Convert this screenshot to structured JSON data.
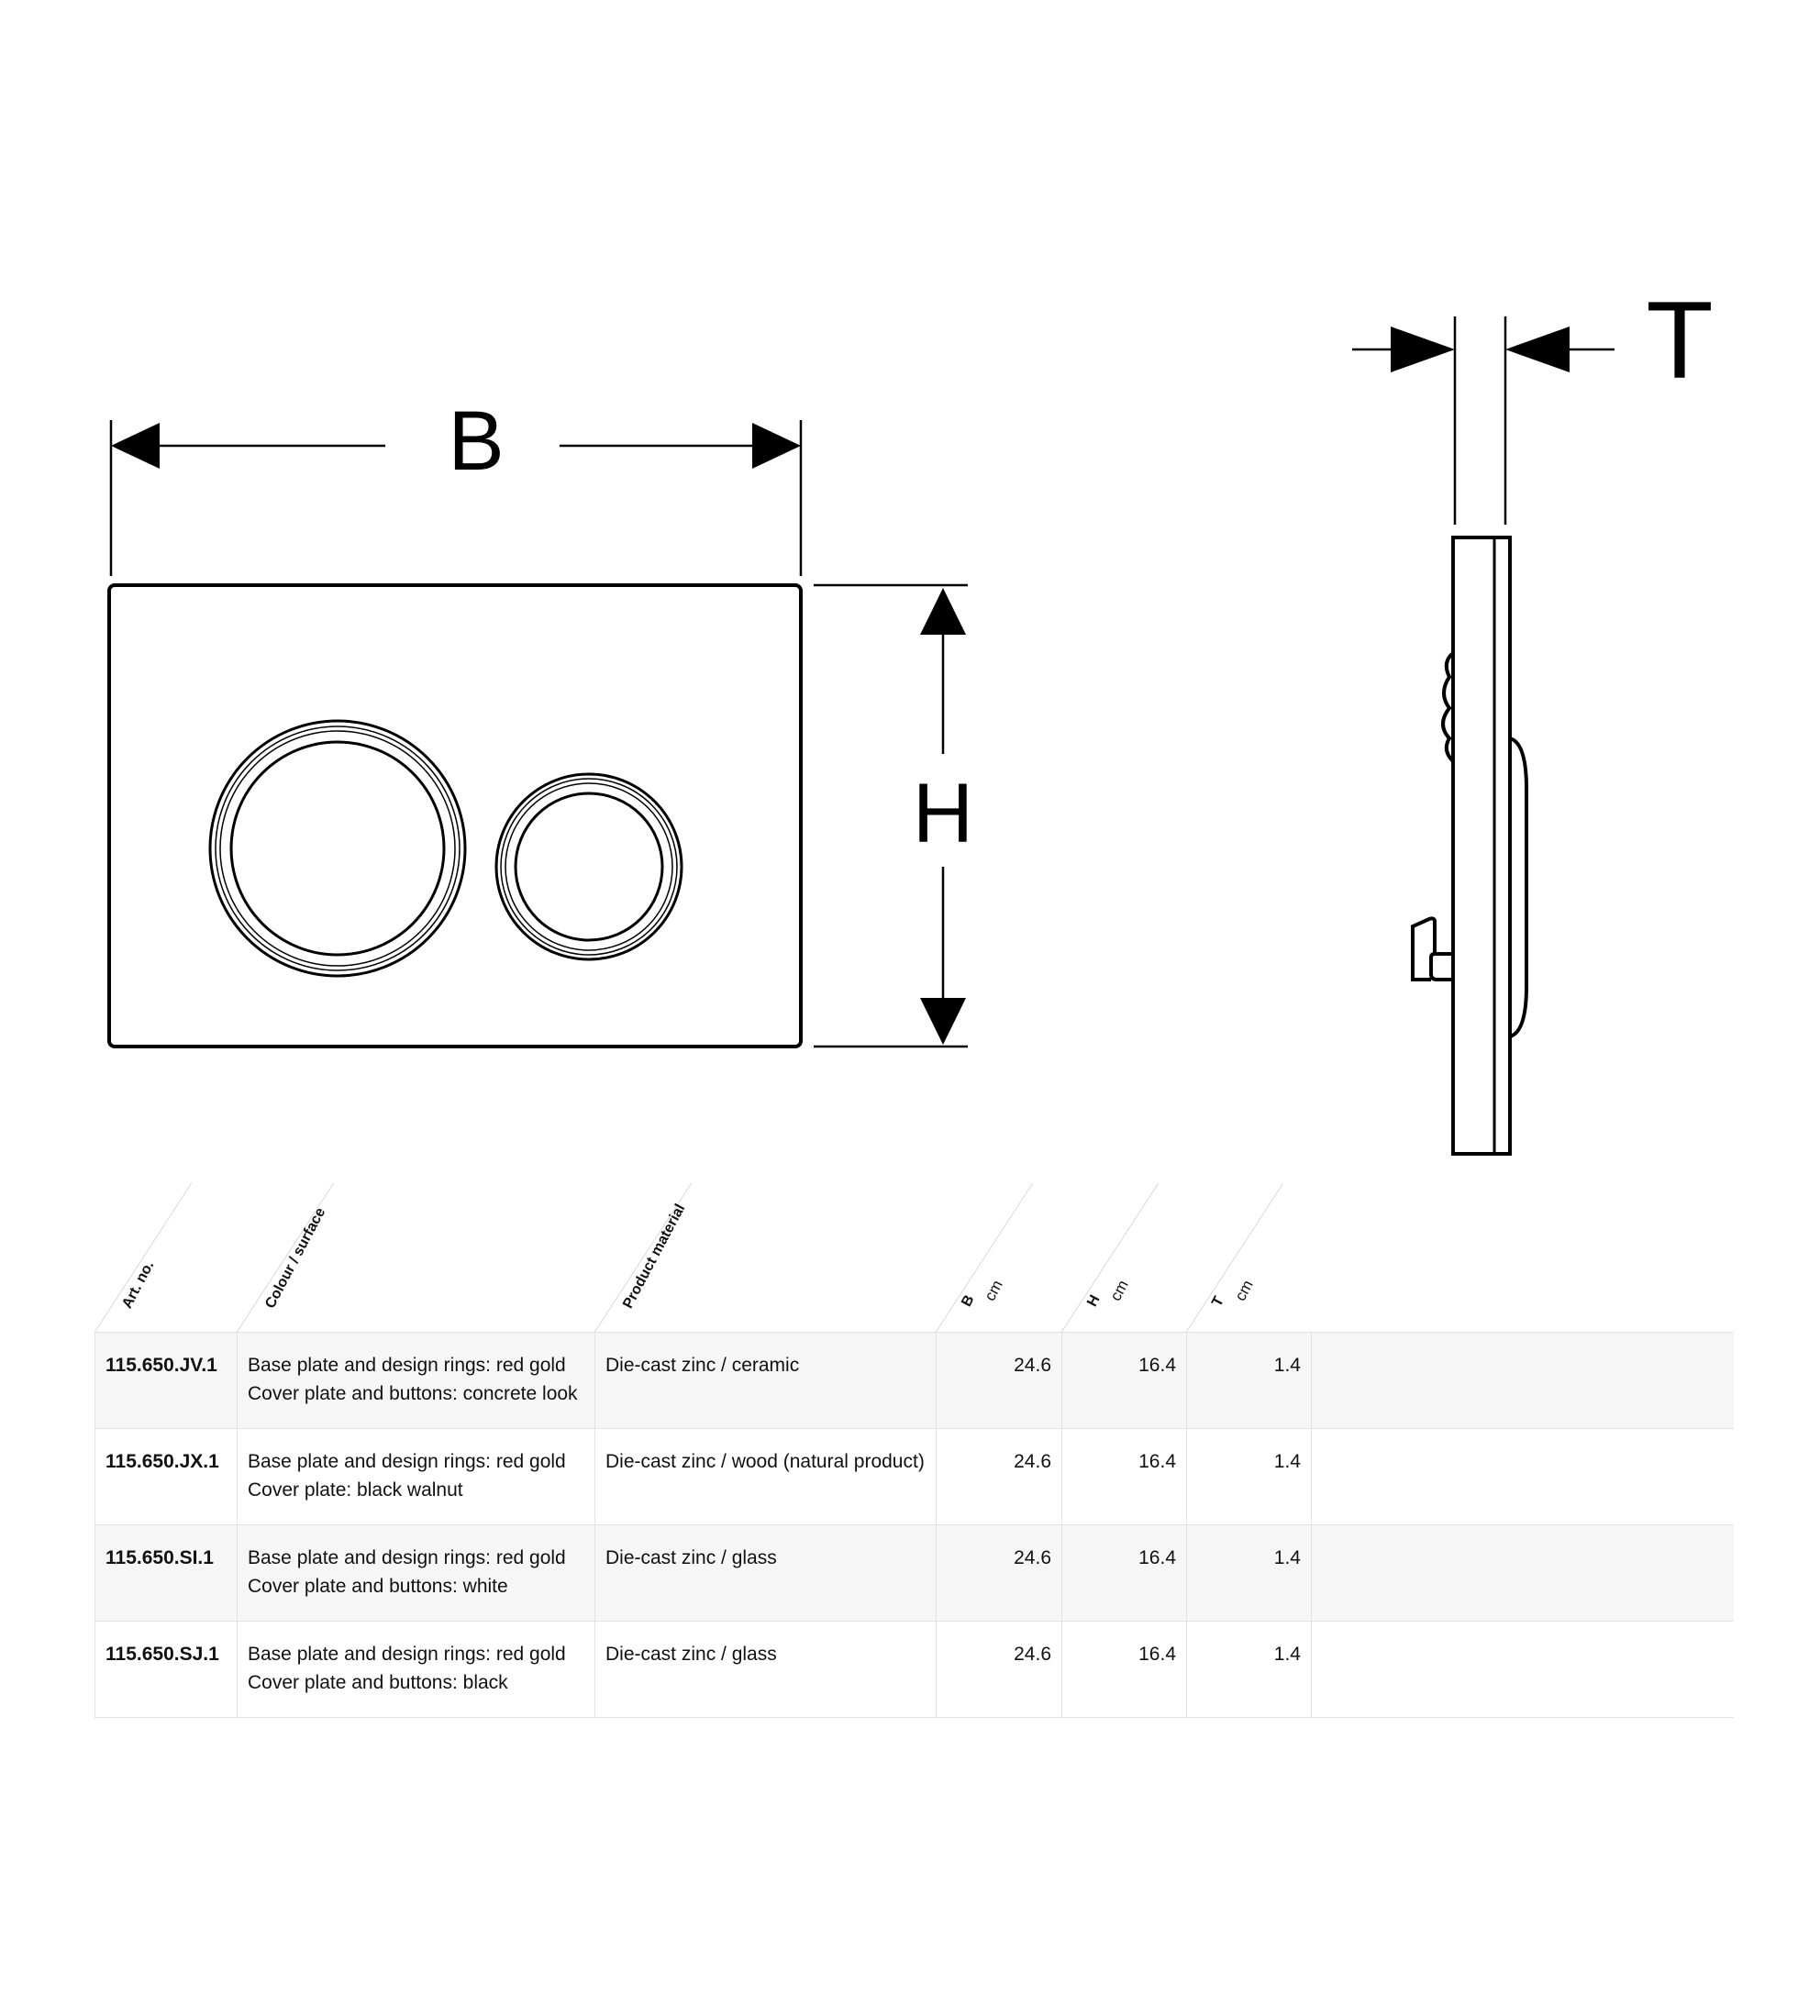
{
  "drawing": {
    "label_b": "B",
    "label_h": "H",
    "label_t": "T"
  },
  "table": {
    "headers": {
      "art_no": "Art. no.",
      "colour": "Colour / surface",
      "material": "Product material",
      "b": "B",
      "h": "H",
      "t": "T",
      "unit": "cm"
    },
    "rows": [
      {
        "art": "115.650.JV.1",
        "colour_line1": "Base plate and design rings: red gold",
        "colour_line2": "Cover plate and buttons: concrete look",
        "material": "Die-cast zinc / ceramic",
        "b": "24.6",
        "h": "16.4",
        "t": "1.4"
      },
      {
        "art": "115.650.JX.1",
        "colour_line1": "Base plate and design rings: red gold",
        "colour_line2": "Cover plate: black walnut",
        "material": "Die-cast zinc / wood (natural product)",
        "b": "24.6",
        "h": "16.4",
        "t": "1.4"
      },
      {
        "art": "115.650.SI.1",
        "colour_line1": "Base plate and design rings: red gold",
        "colour_line2": "Cover plate and buttons: white",
        "material": "Die-cast zinc / glass",
        "b": "24.6",
        "h": "16.4",
        "t": "1.4"
      },
      {
        "art": "115.650.SJ.1",
        "colour_line1": "Base plate and design rings: red gold",
        "colour_line2": "Cover plate and buttons: black",
        "material": "Die-cast zinc / glass",
        "b": "24.6",
        "h": "16.4",
        "t": "1.4"
      }
    ]
  }
}
